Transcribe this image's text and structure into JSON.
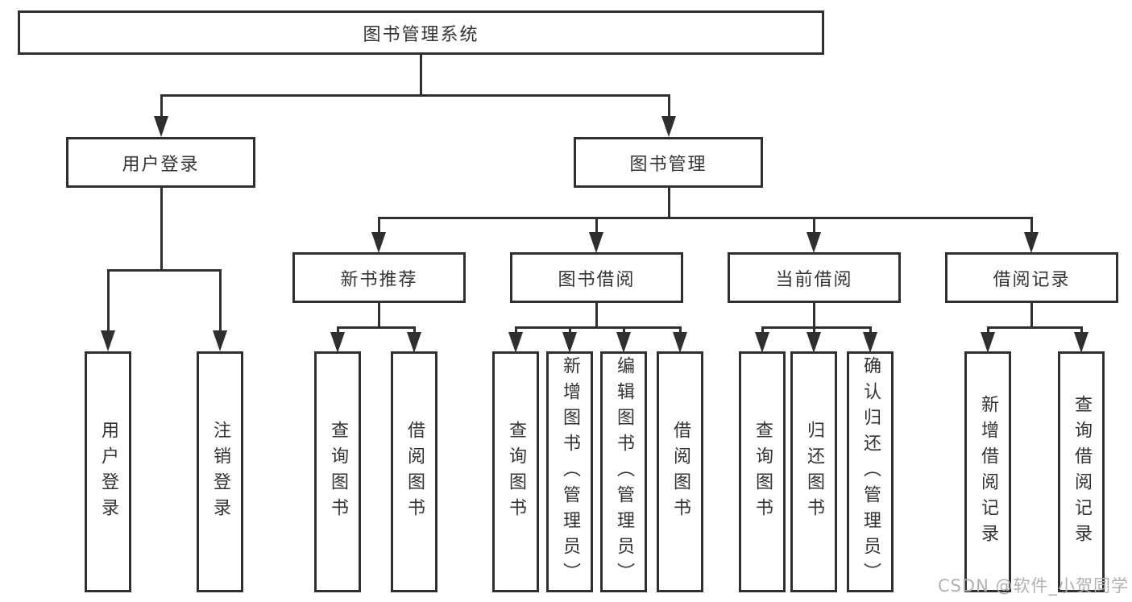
{
  "diagram_title": "图书管理系统",
  "tree": {
    "root_label": "图书管理系统",
    "branch_user": {
      "label": "用户登录",
      "children": [
        "用户登录",
        "注销登录"
      ]
    },
    "branch_book": {
      "label": "图书管理",
      "groups": [
        {
          "label": "新书推荐",
          "children": [
            "查询图书",
            "借阅图书"
          ]
        },
        {
          "label": "图书借阅",
          "children": [
            "查询图书",
            "新增图书（管理员）",
            "编辑图书（管理员）",
            "借阅图书"
          ]
        },
        {
          "label": "当前借阅",
          "children": [
            "查询图书",
            "归还图书",
            "确认归还（管理员）"
          ]
        },
        {
          "label": "借阅记录",
          "children": [
            "新增借阅记录",
            "查询借阅记录"
          ]
        }
      ]
    }
  },
  "watermark": "CSDN @软件_小贺同学",
  "colors": {
    "line": "#2f2f2f",
    "box_border": "#2f2f2f",
    "box_background": "#ffffff",
    "text": "#333333",
    "watermark": "#b0b0b0"
  }
}
